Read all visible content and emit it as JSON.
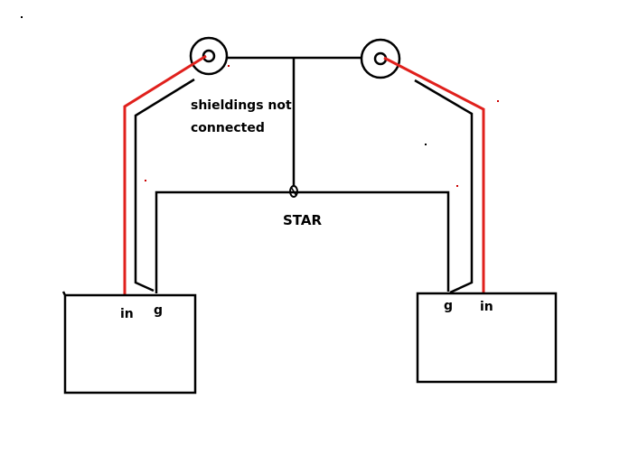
{
  "labels": {
    "note_line1": "shieldings not",
    "note_line2": "connected",
    "star": "STAR",
    "left_in": "in",
    "left_g": "g",
    "right_g": "g",
    "right_in": "in"
  },
  "colors": {
    "background": "#ffffff",
    "wire_black": "#000000",
    "wire_red": "#e0201c"
  }
}
